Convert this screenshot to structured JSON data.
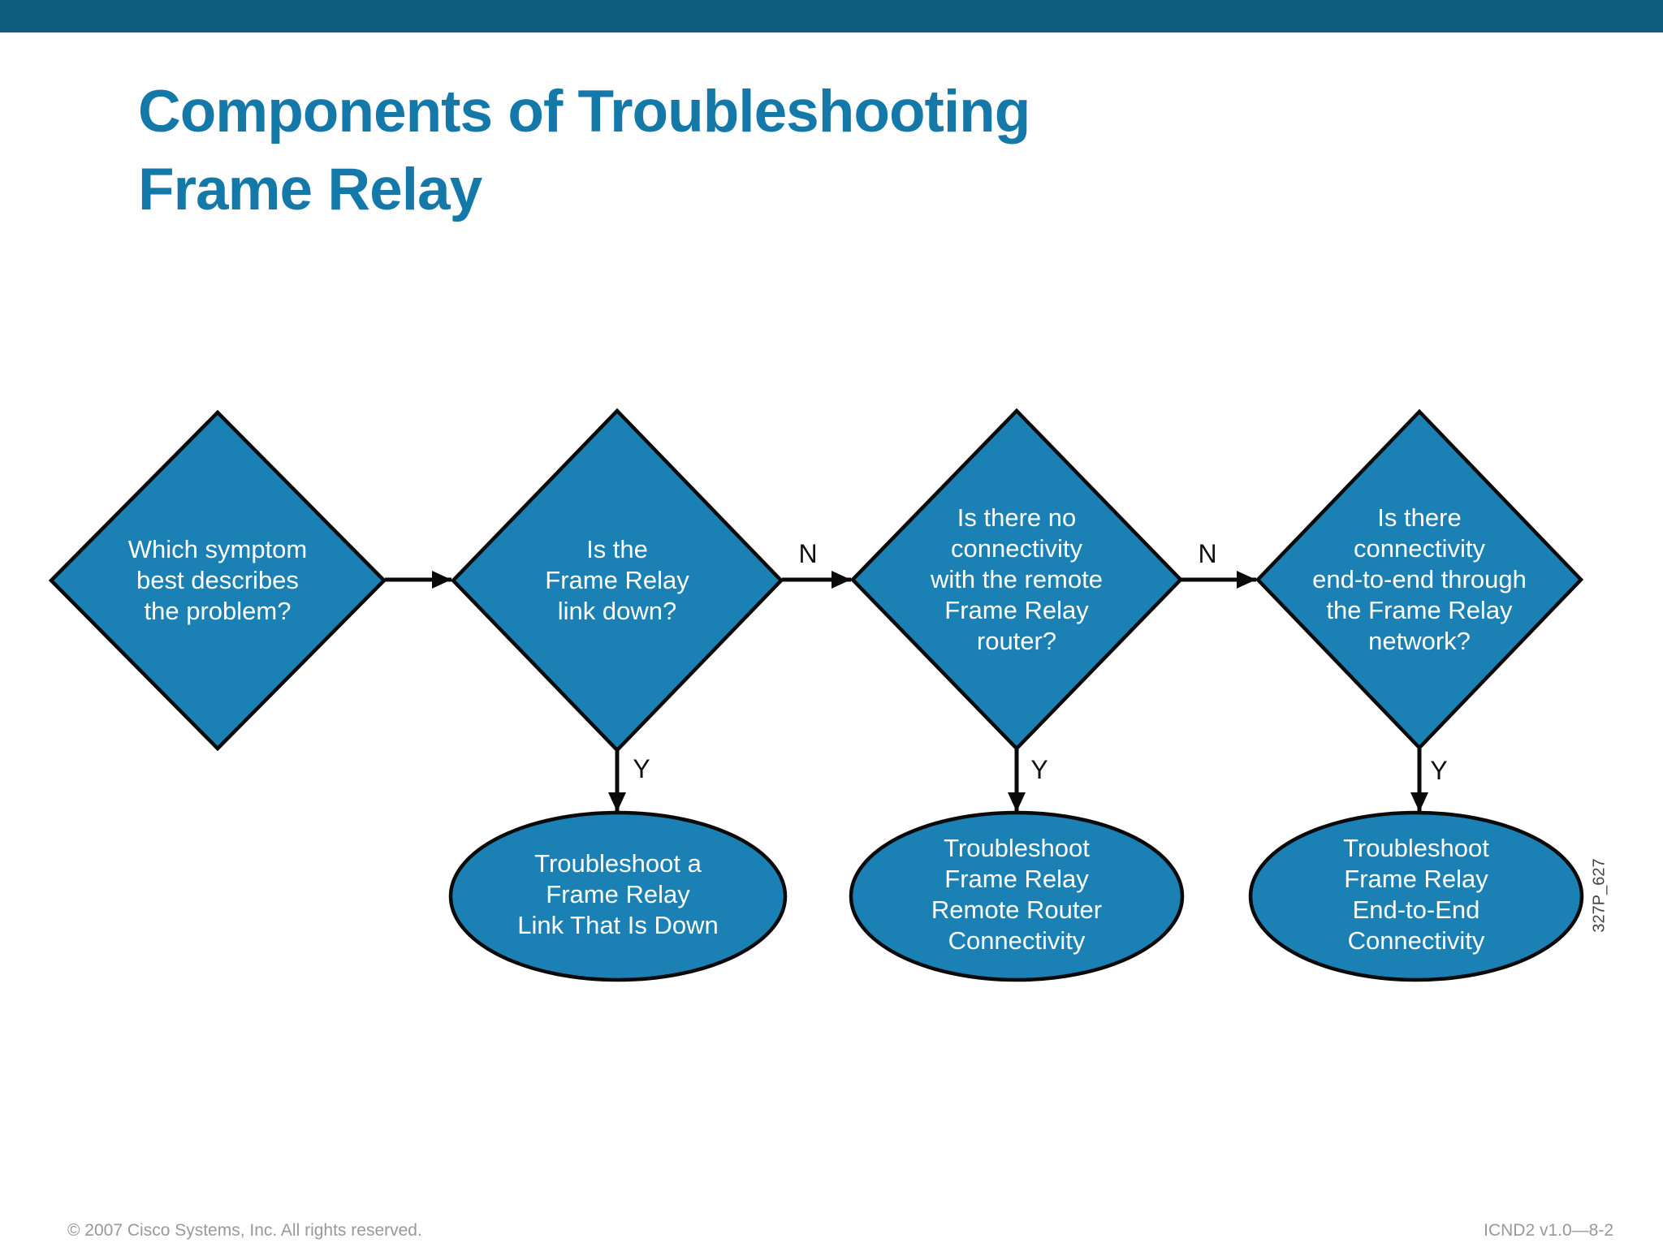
{
  "slide": {
    "title": "Components of Troubleshooting\nFrame Relay",
    "figure_id": "327P_627",
    "footer": {
      "copyright": "© 2007 Cisco Systems, Inc. All rights reserved.",
      "course_code": "ICND2 v1.0—8-2"
    }
  },
  "colors": {
    "top_bar": "#0E5D7E",
    "title_text": "#1478A8",
    "shape_fill": "#1B80B4",
    "shape_stroke": "#0A0A0A",
    "shape_text": "#FFFFFF",
    "edge_label_text": "#111111",
    "footer_text": "#999999",
    "figure_id_text": "#444444"
  },
  "flowchart": {
    "decisions": [
      {
        "id": "d1",
        "label": "Which symptom\nbest describes\nthe problem?"
      },
      {
        "id": "d2",
        "label": "Is the\nFrame Relay\nlink down?"
      },
      {
        "id": "d3",
        "label": "Is there no\nconnectivity\nwith the remote\nFrame Relay\nrouter?"
      },
      {
        "id": "d4",
        "label": "Is there\nconnectivity\nend-to-end through\nthe Frame Relay\nnetwork?"
      }
    ],
    "actions": [
      {
        "id": "e1",
        "label": "Troubleshoot a\nFrame Relay\nLink That Is Down"
      },
      {
        "id": "e2",
        "label": "Troubleshoot\nFrame Relay\nRemote Router\nConnectivity"
      },
      {
        "id": "e3",
        "label": "Troubleshoot\nFrame Relay\nEnd-to-End\nConnectivity"
      }
    ],
    "edges": [
      {
        "from": "d1",
        "to": "d2",
        "label": ""
      },
      {
        "from": "d2",
        "to": "d3",
        "label": "N"
      },
      {
        "from": "d3",
        "to": "d4",
        "label": "N"
      },
      {
        "from": "d2",
        "to": "e1",
        "label": "Y"
      },
      {
        "from": "d3",
        "to": "e2",
        "label": "Y"
      },
      {
        "from": "d4",
        "to": "e3",
        "label": "Y"
      }
    ]
  }
}
